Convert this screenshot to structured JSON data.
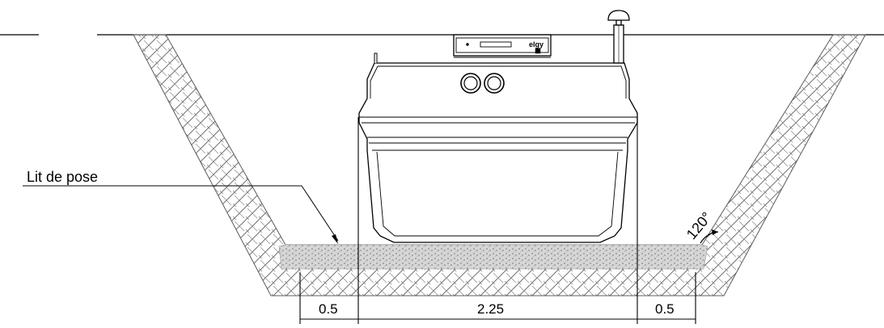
{
  "labels": {
    "bedding": "Lit de pose",
    "slope_angle": "120°"
  },
  "dimensions": {
    "left_clearance": "0.5",
    "tank_width": "2.25",
    "right_clearance": "0.5"
  },
  "unit_brand": "elgy",
  "colors": {
    "line": "#000000",
    "hatch": "#6e6e6e",
    "gravel": "#bdbdbd",
    "background": "#ffffff"
  }
}
